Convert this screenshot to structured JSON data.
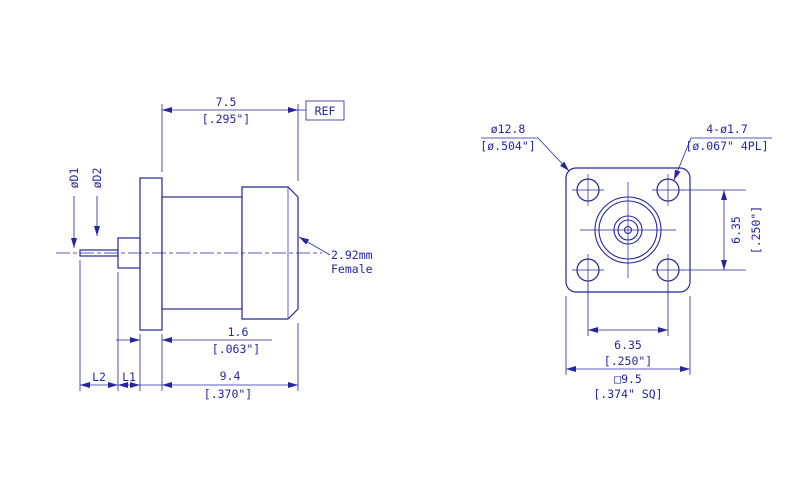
{
  "colors": {
    "line": "#26269b",
    "background": "#ffffff"
  },
  "side_view": {
    "dim_mount_depth": {
      "metric": "7.5",
      "imperial": "[.295\"]"
    },
    "ref": "REF",
    "dia_d1": "øD1",
    "dia_d2": "øD2",
    "callout": {
      "line1": "2.92mm",
      "line2": "Female"
    },
    "dim_flange_thickness": {
      "metric": "1.6",
      "imperial": "[.063\"]"
    },
    "dim_l2": "L2",
    "dim_l1": "L1",
    "dim_body_length": {
      "metric": "9.4",
      "imperial": "[.370\"]"
    }
  },
  "front_view": {
    "dim_flange_diagonal": {
      "metric": "ø12.8",
      "imperial": "[ø.504\"]"
    },
    "dim_mounting_holes": {
      "metric": "4-ø1.7",
      "imperial": "[ø.067\" 4PL]"
    },
    "dim_hole_spacing_vertical": {
      "metric": "6.35",
      "imperial": "[.250\"]"
    },
    "dim_hole_spacing_horizontal": {
      "metric": "6.35",
      "imperial": "[.250\"]"
    },
    "dim_flange_square": {
      "metric": "□9.5",
      "imperial": "[.374\" SQ]"
    }
  }
}
